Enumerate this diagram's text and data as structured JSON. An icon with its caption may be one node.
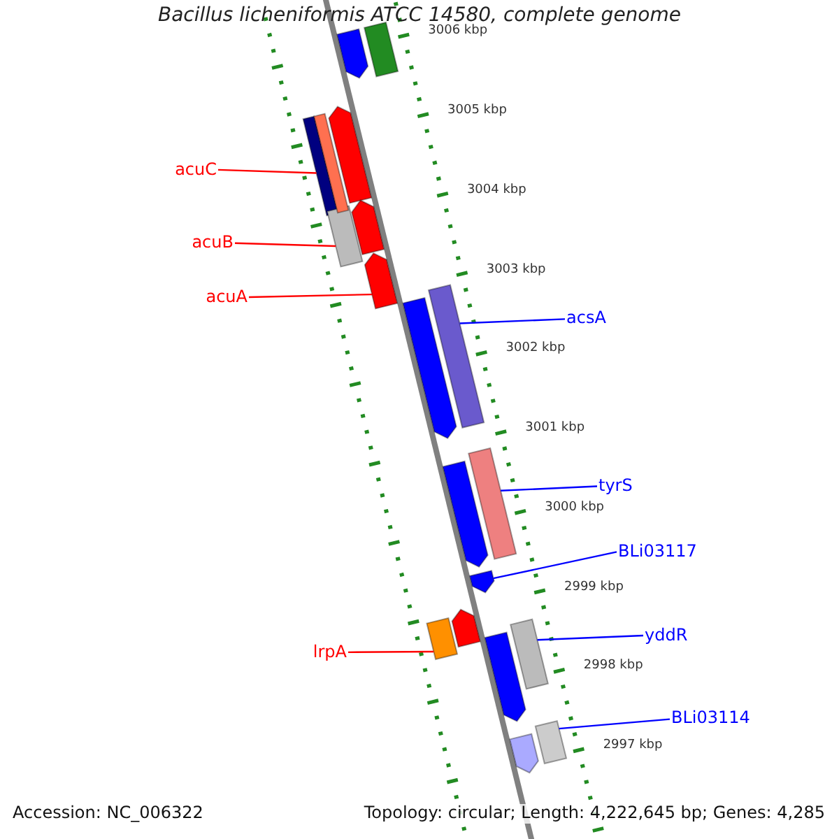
{
  "diagram": {
    "title": "Bacillus licheniformis ATCC 14580, complete genome",
    "nodes": [
      {
        "text": [
          "acuC"
        ]
      },
      {
        "text": [
          "acuB"
        ]
      },
      {
        "text": [
          "acuA"
        ]
      },
      {
        "text": [
          "acsA"
        ]
      },
      {
        "text": [
          "tyrS"
        ]
      },
      {
        "text": [
          "BLi03117"
        ]
      },
      {
        "text": [
          "yddR"
        ]
      },
      {
        "text": [
          "lrpA"
        ]
      },
      {
        "text": [
          "BLi03114"
        ]
      },
      {
        "text": [],
        "shape": "bar"
      },
      {
        "text": [],
        "shape": "bar"
      },
      {
        "text": [],
        "shape": "bar"
      },
      {
        "text": [],
        "shape": "bar"
      },
      {
        "text": [],
        "shape": "bar"
      },
      {
        "text": [],
        "shape": "bar"
      },
      {
        "text": [],
        "shape": "bar"
      },
      {
        "text": [],
        "shape": "bar"
      },
      {
        "text": [],
        "shape": "bar"
      },
      {
        "text": [],
        "shape": "bar"
      },
      {
        "text": [],
        "shape": "bar"
      },
      {
        "text": [],
        "shape": "bar"
      },
      {
        "text": [],
        "shape": "bar"
      },
      {
        "text": [],
        "shape": "bar"
      },
      {
        "text": [],
        "shape": "bar"
      },
      {
        "text": [],
        "shape": "bar"
      },
      {
        "text": [],
        "shape": "bar"
      },
      {
        "text": [],
        "shape": "bar"
      },
      {
        "text": [],
        "shape": "bar"
      }
    ],
    "edges": [
      {
        "from": 0,
        "to": 9,
        "arrow": "none",
        "color": "#ff0000"
      },
      {
        "from": 1,
        "to": 10,
        "arrow": "none",
        "color": "#ff0000"
      },
      {
        "from": 2,
        "to": 11,
        "arrow": "none",
        "color": "#ff0000"
      },
      {
        "from": 3,
        "to": 12,
        "arrow": "none"
      },
      {
        "from": 4,
        "to": 13,
        "arrow": "none"
      },
      {
        "from": 5,
        "to": 14,
        "arrow": "none"
      },
      {
        "from": 6,
        "to": 15,
        "arrow": "none"
      },
      {
        "from": 7,
        "to": 16,
        "arrow": "none",
        "color": "#ff0000"
      },
      {
        "from": 8,
        "to": 17,
        "arrow": "none"
      }
    ],
    "labels": [
      "3006 kbp",
      "3005 kbp",
      "3004 kbp",
      "3003 kbp",
      "3002 kbp",
      "3001 kbp",
      "3000 kbp",
      "2999 kbp",
      "2998 kbp",
      "2997 kbp",
      "Accession: NC_006322",
      "Topology: circular; Length: 4,222,645 bp; Genes: 4,285"
    ]
  }
}
